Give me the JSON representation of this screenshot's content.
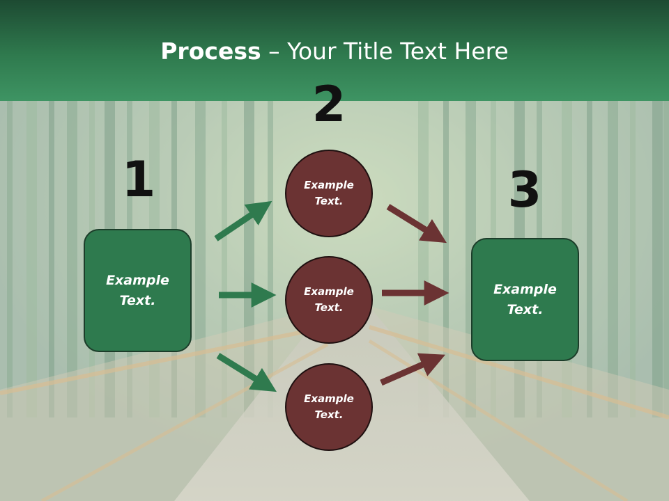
{
  "title": {
    "strong": "Process",
    "rest": " – Your Title Text Here"
  },
  "steps": {
    "one": {
      "number": "1",
      "text": "Example Text."
    },
    "two": {
      "number": "2"
    },
    "three": {
      "number": "3",
      "text": "Example Text."
    }
  },
  "nodes": [
    {
      "text": "Example Text."
    },
    {
      "text": "Example Text."
    },
    {
      "text": "Example Text."
    }
  ],
  "colors": {
    "header": "#2f7a4e",
    "green_box": "#2e7a4e",
    "red_circle": "#6b3333",
    "green_arrow": "#2f7a4e",
    "red_arrow": "#6b3333"
  }
}
